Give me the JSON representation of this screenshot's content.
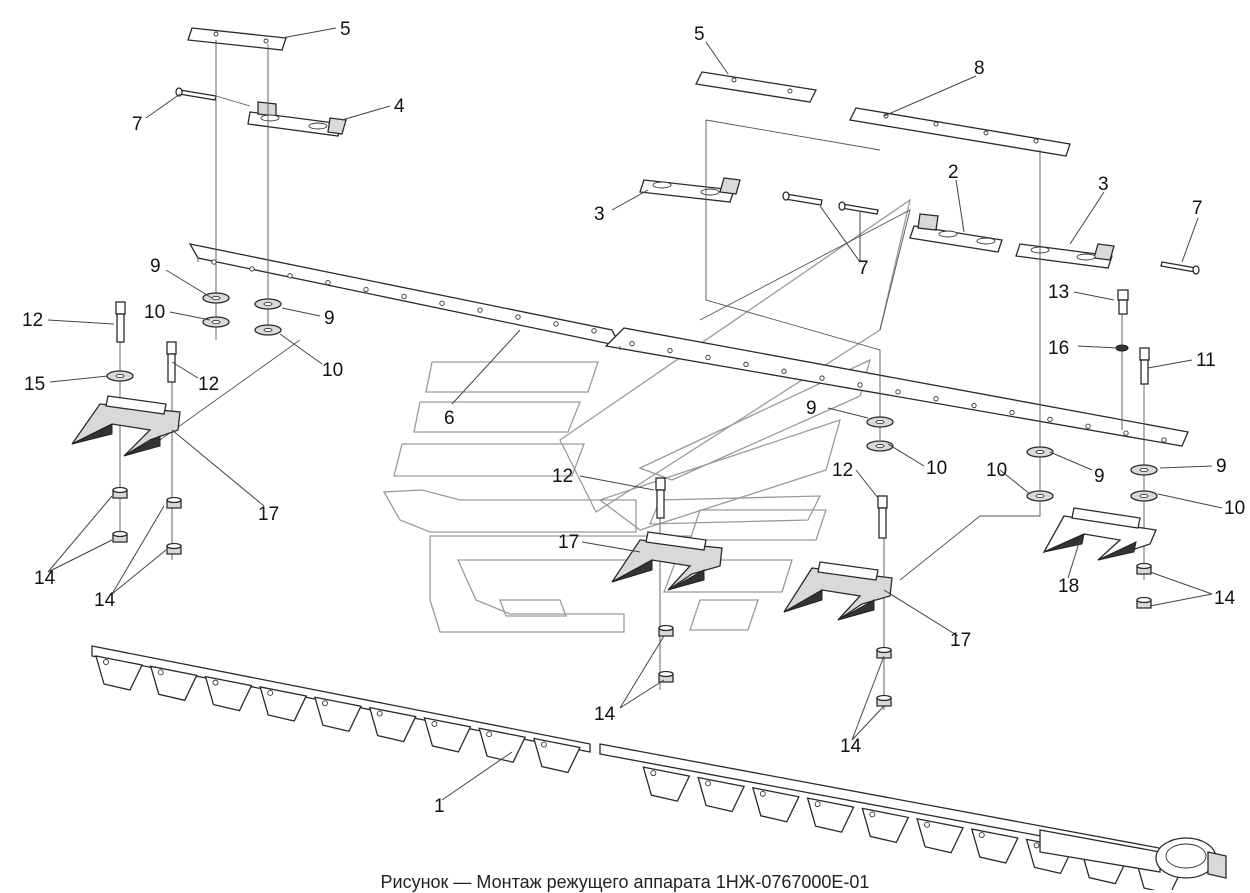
{
  "callouts": [
    {
      "id": "c5a",
      "text": "5"
    },
    {
      "id": "c5b",
      "text": "5"
    },
    {
      "id": "c8",
      "text": "8"
    },
    {
      "id": "c4",
      "text": "4"
    },
    {
      "id": "c7a",
      "text": "7"
    },
    {
      "id": "c3a",
      "text": "3"
    },
    {
      "id": "c2",
      "text": "2"
    },
    {
      "id": "c3b",
      "text": "3"
    },
    {
      "id": "c7b",
      "text": "7"
    },
    {
      "id": "c7c",
      "text": "7"
    },
    {
      "id": "c9a",
      "text": "9"
    },
    {
      "id": "c10a",
      "text": "10"
    },
    {
      "id": "c9b",
      "text": "9"
    },
    {
      "id": "c10b",
      "text": "10"
    },
    {
      "id": "c12a",
      "text": "12"
    },
    {
      "id": "c12b",
      "text": "12"
    },
    {
      "id": "c15",
      "text": "15"
    },
    {
      "id": "c6",
      "text": "6"
    },
    {
      "id": "c17a",
      "text": "17"
    },
    {
      "id": "c14a",
      "text": "14"
    },
    {
      "id": "c14b",
      "text": "14"
    },
    {
      "id": "c13",
      "text": "13"
    },
    {
      "id": "c16",
      "text": "16"
    },
    {
      "id": "c11",
      "text": "11"
    },
    {
      "id": "c9c",
      "text": "9"
    },
    {
      "id": "c10c",
      "text": "10"
    },
    {
      "id": "c10d",
      "text": "10"
    },
    {
      "id": "c9d",
      "text": "9"
    },
    {
      "id": "c9e",
      "text": "9"
    },
    {
      "id": "c10e",
      "text": "10"
    },
    {
      "id": "c12c",
      "text": "12"
    },
    {
      "id": "c12d",
      "text": "12"
    },
    {
      "id": "c17b",
      "text": "17"
    },
    {
      "id": "c17c",
      "text": "17"
    },
    {
      "id": "c18",
      "text": "18"
    },
    {
      "id": "c14c",
      "text": "14"
    },
    {
      "id": "c14d",
      "text": "14"
    },
    {
      "id": "c14e",
      "text": "14"
    },
    {
      "id": "c1",
      "text": "1"
    }
  ],
  "caption": "Рисунок — Монтаж режущего аппарата 1НЖ-0767000Е-01",
  "colors": {
    "line": "#2a2a2a",
    "watermark": "#9a9a9a",
    "background": "#ffffff"
  }
}
